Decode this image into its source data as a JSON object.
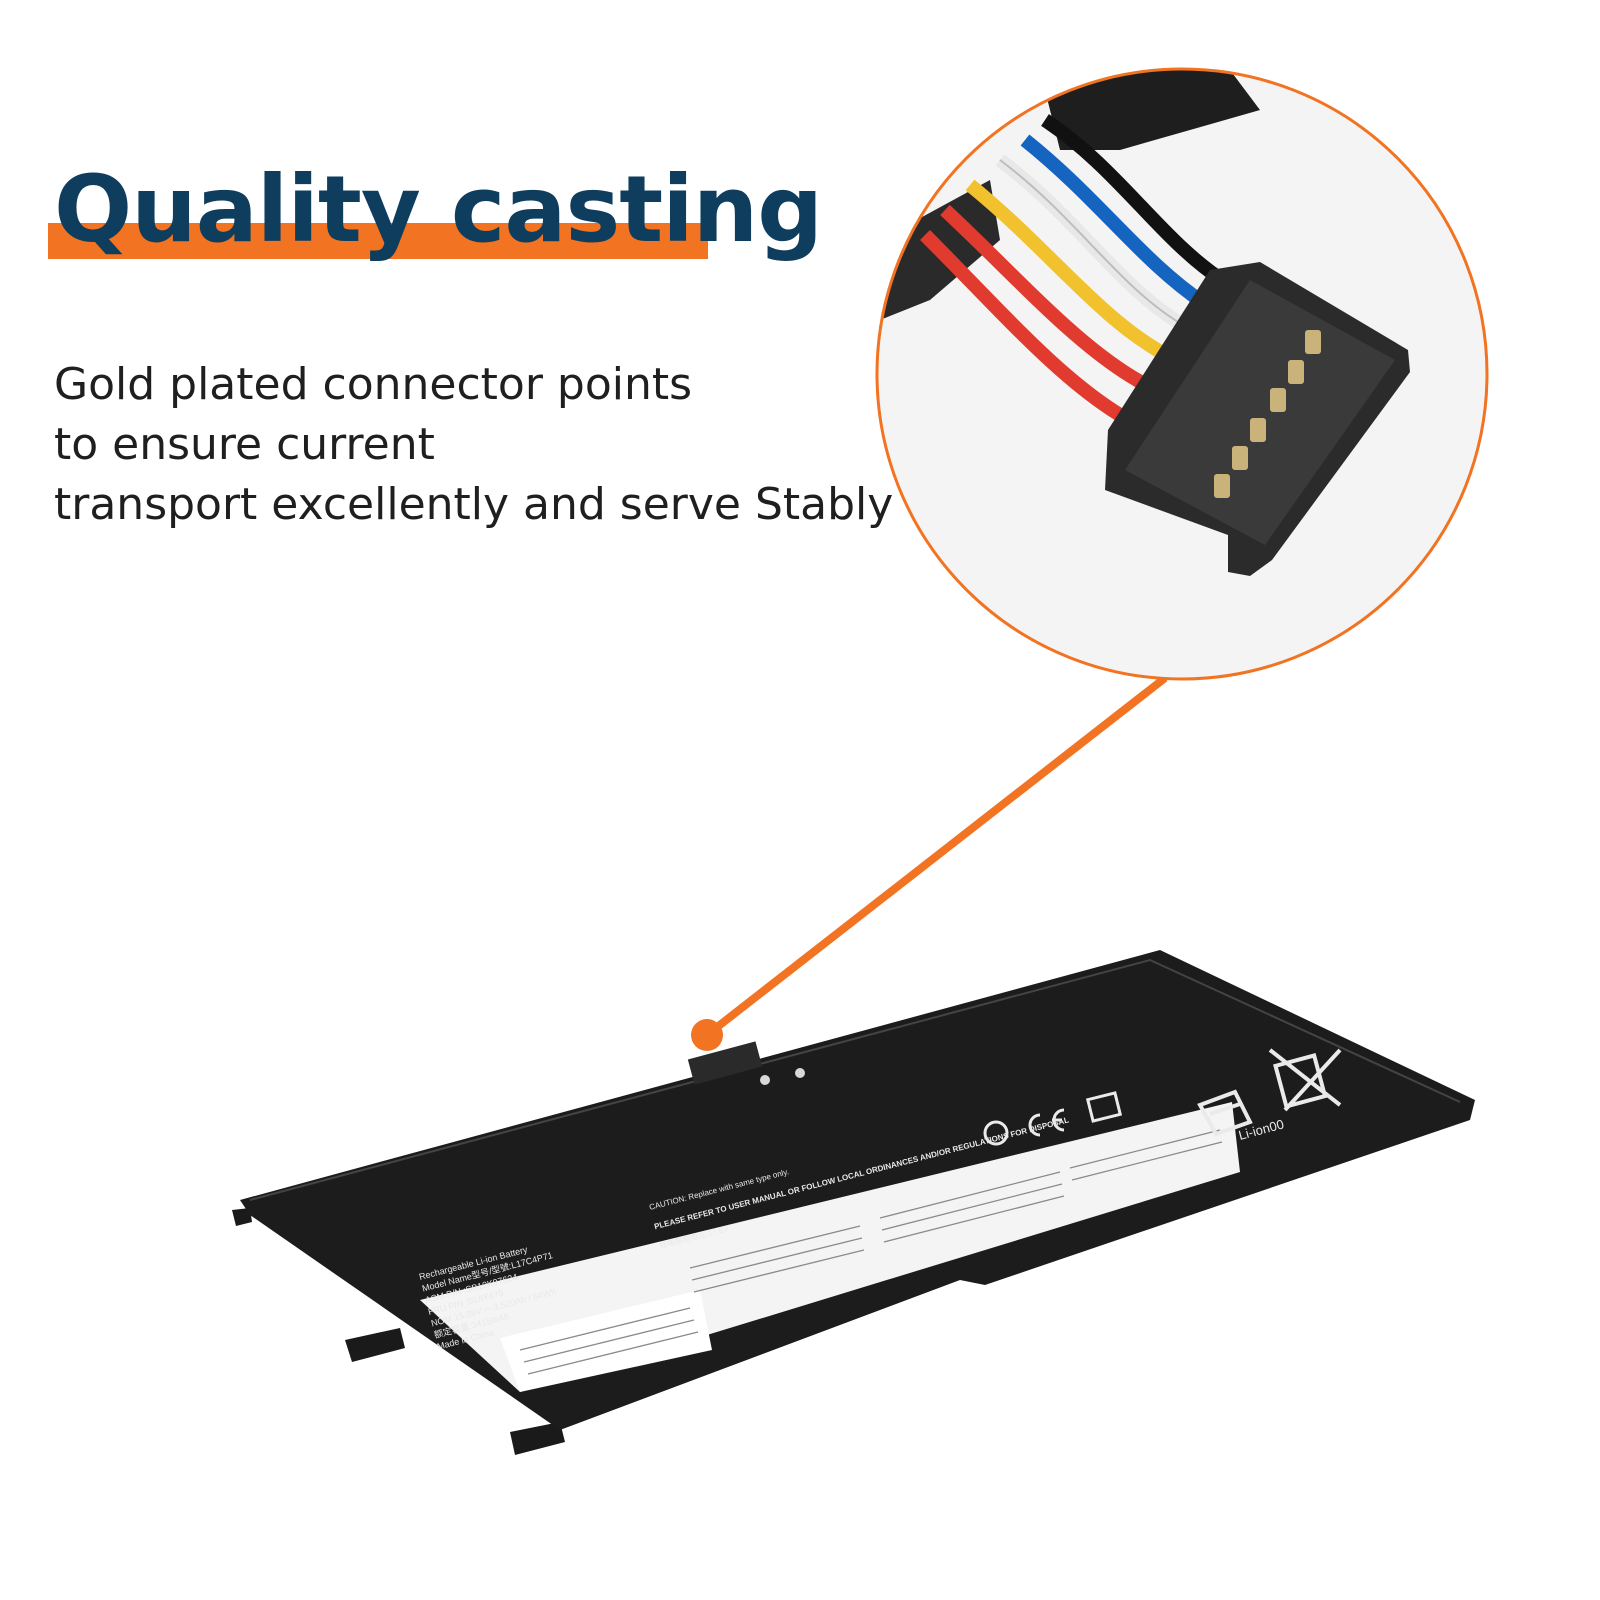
{
  "headline": "Quality casting",
  "description": [
    "Gold plated connector points",
    "to ensure current",
    "transport excellently and serve Stably"
  ],
  "colors": {
    "accent_orange": "#f27321",
    "headline_navy": "#0f3d5e",
    "battery_body": "#1c1c1c",
    "label_white": "#f4f4f4"
  },
  "icons": [
    "magnified-connector-callout",
    "battery-pack",
    "ce-mark-icon",
    "recycle-icon",
    "crossed-bin-icon"
  ],
  "battery_label": {
    "line1": "Rechargeable Li-ion Battery",
    "line2": "Model Name型号/型號:L17C4P71",
    "line3": "ASM P/N :SB10K97624",
    "line4": "FRU P/N :01AY475",
    "line5": "NOM 15.36V ⎓ 3.520Ah / 54Wh",
    "line6": "额定容量:3415mAh",
    "line7": "Made in China",
    "caution": "CAUTION: Replace with same type only.",
    "refer": "PLEASE REFER TO USER MANUAL OR FOLLOW LOCAL ORDINANCES AND/OR REGULATIONS FOR DISPOSAL",
    "charge_limit": "充电限制电压:17.6V",
    "recycle_code": "Li-ion00"
  }
}
